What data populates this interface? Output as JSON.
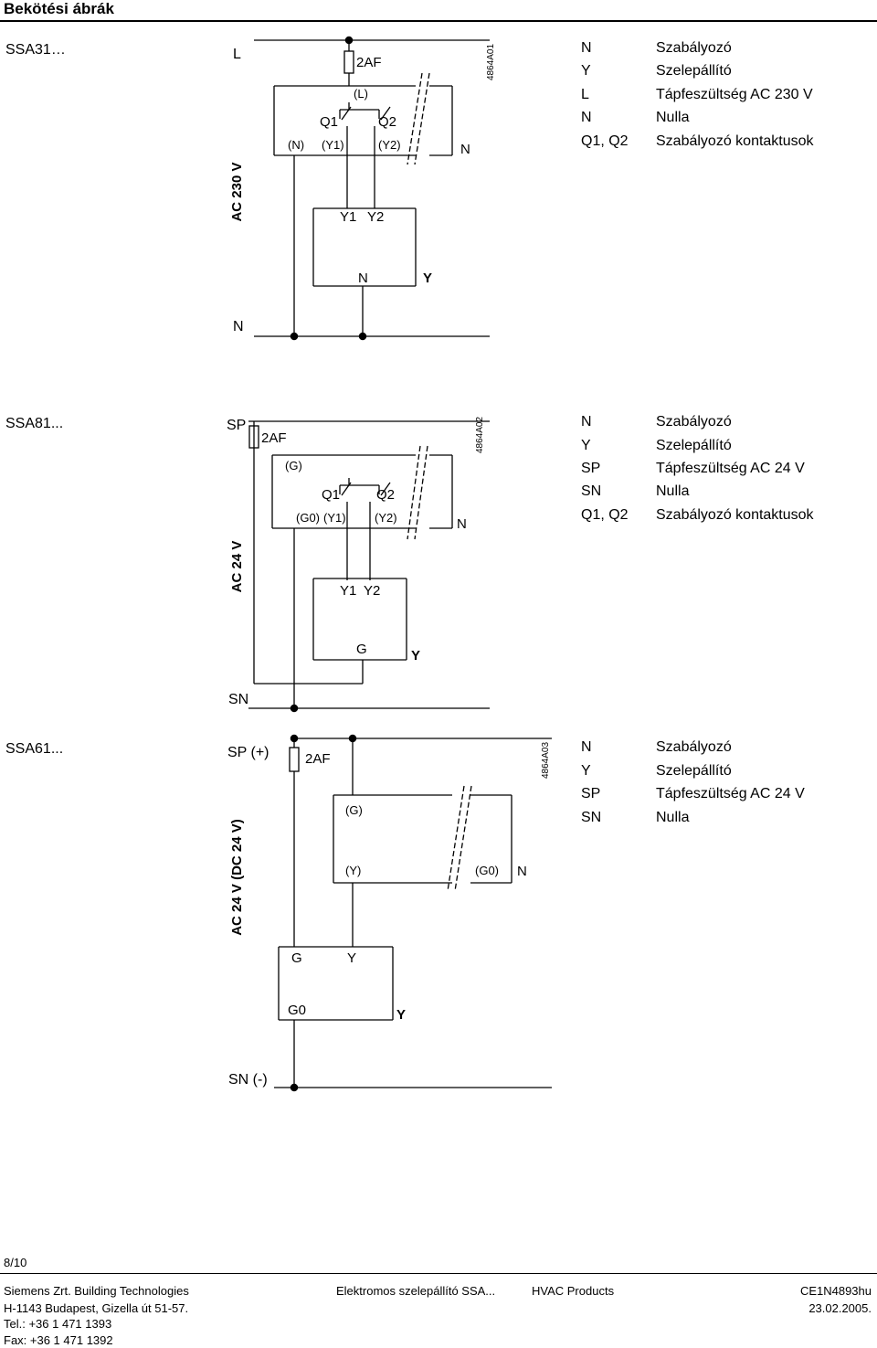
{
  "header": {
    "title": "Bekötési ábrák"
  },
  "diagrams": [
    {
      "model": "SSA31…",
      "supply_top": "L",
      "fuse": "2AF",
      "code": "4864A01",
      "side": "AC 230 V",
      "bottom_rail": "N",
      "ctrl_top": "(L)",
      "q1": "Q1",
      "q2": "Q2",
      "term_n": "(N)",
      "term_y1": "(Y1)",
      "term_y2": "(Y2)",
      "ctrl_n": "N",
      "act_y1": "Y1",
      "act_y2": "Y2",
      "act_n": "N",
      "act_y": "Y",
      "legend": [
        {
          "key": "N",
          "value": "Szabályozó"
        },
        {
          "key": "Y",
          "value": "Szelepállító"
        },
        {
          "key": "L",
          "value": "Tápfeszültség AC 230 V"
        },
        {
          "key": "N",
          "value": "Nulla"
        },
        {
          "key": "Q1, Q2",
          "value": "Szabályozó kontaktusok"
        }
      ]
    },
    {
      "model": "SSA81...",
      "supply_top": "SP",
      "fuse": "2AF",
      "code": "4864A02",
      "side": "AC 24 V",
      "bottom_rail": "SN",
      "ctrl_top": "(G)",
      "q1": "Q1",
      "q2": "Q2",
      "term_g0": "(G0)",
      "term_y1": "(Y1)",
      "term_y2": "(Y2)",
      "ctrl_n": "N",
      "act_y1": "Y1",
      "act_y2": "Y2",
      "act_g": "G",
      "act_y": "Y",
      "legend": [
        {
          "key": "N",
          "value": "Szabályozó"
        },
        {
          "key": "Y",
          "value": "Szelepállító"
        },
        {
          "key": "SP",
          "value": "Tápfeszültség AC 24 V"
        },
        {
          "key": "SN",
          "value": "Nulla"
        },
        {
          "key": "Q1, Q2",
          "value": "Szabályozó kontaktusok"
        }
      ]
    },
    {
      "model": "SSA61...",
      "supply_top": "SP (+)",
      "fuse": "2AF",
      "code": "4864A03",
      "side": "AC 24 V (DC 24 V)",
      "bottom_rail": "SN (-)",
      "ctrl_g": "(G)",
      "ctrl_y": "(Y)",
      "ctrl_g0": "(G0)",
      "ctrl_n": "N",
      "act_g": "G",
      "act_y_top": "Y",
      "act_g0": "G0",
      "act_y": "Y",
      "legend": [
        {
          "key": "N",
          "value": "Szabályozó"
        },
        {
          "key": "Y",
          "value": "Szelepállító"
        },
        {
          "key": "SP",
          "value": "Tápfeszültség AC 24 V"
        },
        {
          "key": "SN",
          "value": "Nulla"
        }
      ]
    }
  ],
  "footer": {
    "page": "8/10",
    "company": "Siemens Zrt. Building Technologies",
    "address": "H-1143 Budapest, Gizella út 51-57.",
    "tel": "Tel.: +36 1 471 1393",
    "fax": "Fax: +36 1 471 1392",
    "product": "Elektromos szelepállító SSA...",
    "division": "HVAC Products",
    "doc_code": "CE1N4893hu",
    "date": "23.02.2005."
  }
}
